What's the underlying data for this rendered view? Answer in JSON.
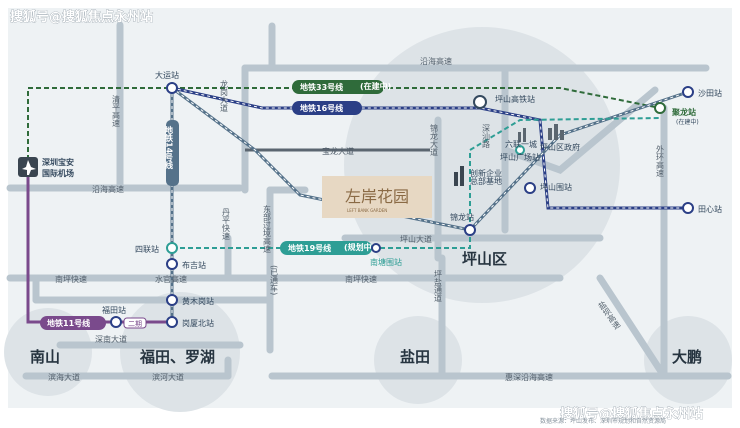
{
  "watermark": "搜狐号@搜狐焦点永州站",
  "project": {
    "name": "左岸花园",
    "sub": "LEFT BANK GARDEN"
  },
  "districts": {
    "pingshan": "坪山区",
    "nanshan": "南山",
    "futian_luohu": "福田、罗湖",
    "yantian": "盐田",
    "dapeng": "大鹏"
  },
  "roads": {
    "yanhai_top": "沿海高速",
    "yanhai_left": "沿海高速",
    "qingping": "清平高速",
    "longgang": "龙岗大道",
    "baolong": "宝龙大道",
    "danping": "丹平快速",
    "dongbu": "东部过境高速",
    "dongbu_note": "(已通车)",
    "jinlong": "锦龙大道",
    "pingshan_ave": "坪山大道",
    "pingyan": "坪盐通道",
    "waihuan": "外环高速",
    "yanba": "盐坝高速",
    "nanping_top": "南坪快速",
    "nanping_mid": "南坪快速",
    "shuiguan": "水官高速",
    "shennan": "深南大道",
    "binhai": "滨海大道",
    "binhe": "滨河大道",
    "huiyan": "惠深沿海高速",
    "shenshan": "深汕路"
  },
  "lines": {
    "line33": "地铁33号线",
    "line33_note": "(在建中)",
    "line16": "地铁16号线",
    "line14": "地铁14号线",
    "line19": "地铁19号线",
    "line19_note": "(规划中)",
    "line11": "地铁11号线",
    "line11_badge": "二期"
  },
  "stations": {
    "dayun": "大运站",
    "pingshan_hsr": "坪山高铁站",
    "shatian": "沙田站",
    "julong": "聚龙站",
    "julong_note": "(在建中)",
    "tianxin": "田心站",
    "pingshan_square": "坪山广场站",
    "pingshan_wei": "坪山围站",
    "jinlong": "锦龙站",
    "nantangwei": "南塘围站",
    "sijian": "四联站",
    "buji": "布吉站",
    "huangmugang": "黄木岗站",
    "gangsha_north": "岗厦北站",
    "futian": "福田站"
  },
  "landmarks": {
    "airport_line1": "深圳宝安",
    "airport_line2": "国际机场",
    "gov": "坪山区政府",
    "liuzhi": "六联一城",
    "innov_line1": "创新企业",
    "innov_line2": "总部基地"
  },
  "source_note": "数据来源：坪山发布、深圳市规划和自然资源局",
  "colors": {
    "line33": "#2f6b3a",
    "line16": "#2b3f86",
    "line19": "#2e9e95",
    "line11": "#7a4a8c",
    "line14": "#55728a",
    "road": "#b9c5ce",
    "accent": "#2e9e95"
  }
}
